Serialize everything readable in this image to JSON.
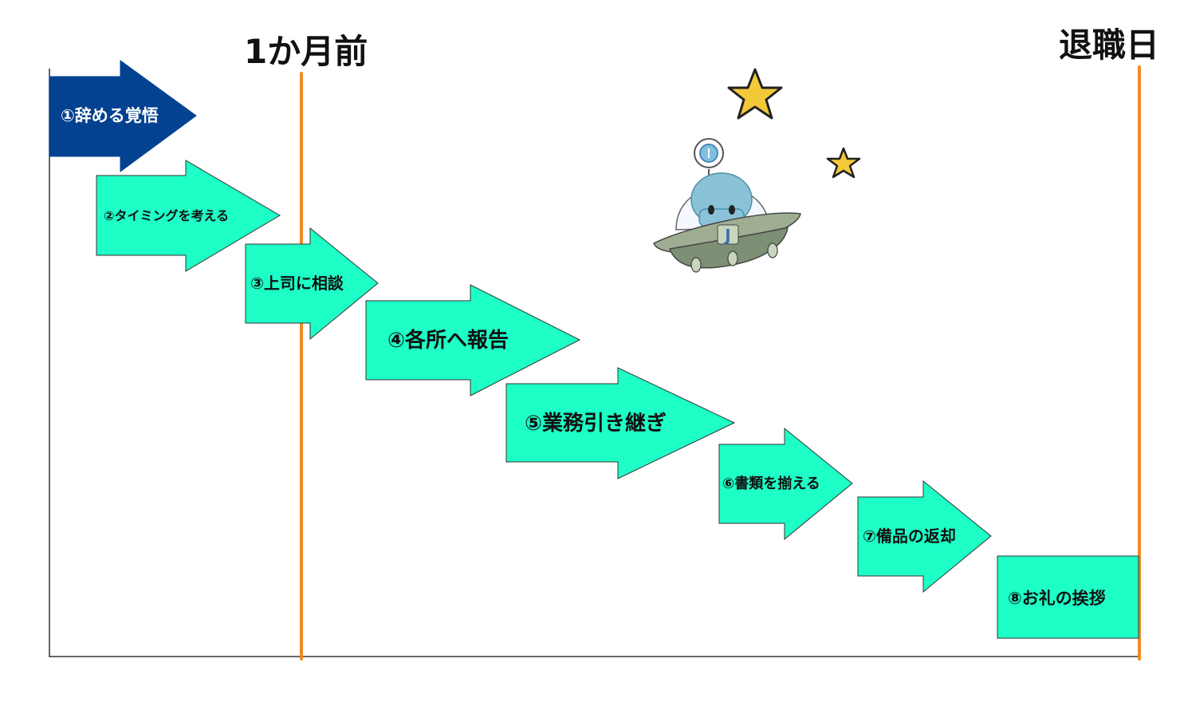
{
  "milestones": {
    "one_month_before": "1か月前",
    "retirement_day": "退職日"
  },
  "steps": [
    {
      "label": "①辞める覚悟"
    },
    {
      "label": "②タイミングを考える"
    },
    {
      "label": "③上司に相談"
    },
    {
      "label": "④各所へ報告"
    },
    {
      "label": "⑤業務引き継ぎ"
    },
    {
      "label": "⑥書類を揃える"
    },
    {
      "label": "⑦備品の返却"
    },
    {
      "label": "⑧お礼の挨拶"
    }
  ],
  "mascot": {
    "badge_letter": "J"
  },
  "colors": {
    "step_first": "#034291",
    "step_other": "#1dffc6",
    "milestone_line": "#f08a24",
    "star": "#f3c93a"
  }
}
